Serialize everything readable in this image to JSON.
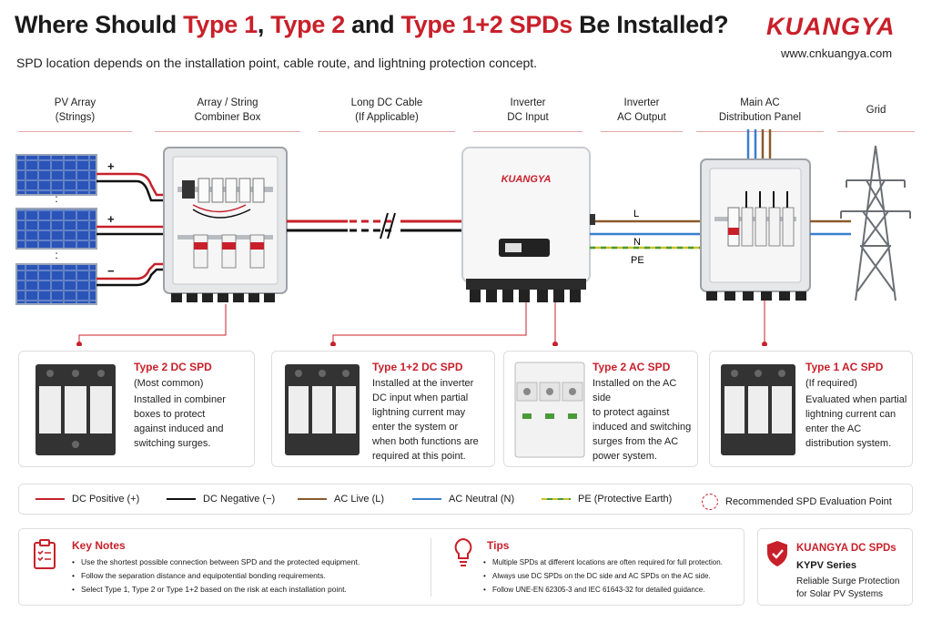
{
  "header": {
    "title_part1": "Where Should ",
    "title_type1": "Type 1",
    "title_sep1": ", ",
    "title_type2": "Type 2",
    "title_and": " and ",
    "title_type12": "Type 1+2 SPDs",
    "title_end": " Be Installed?",
    "subtitle": "SPD location depends on the installation point, cable route, and lightning protection concept.",
    "logo": "KUANGYA",
    "website": "www.cnkuangya.com"
  },
  "columns": [
    {
      "line1": "PV Array",
      "line2": "(Strings)"
    },
    {
      "line1": "Array / String",
      "line2": "Combiner Box"
    },
    {
      "line1": "Long DC Cable",
      "line2": "(If Applicable)"
    },
    {
      "line1": "Inverter",
      "line2": "DC Input"
    },
    {
      "line1": "Inverter",
      "line2": "AC Output"
    },
    {
      "line1": "Main AC",
      "line2": "Distribution Panel"
    },
    {
      "line1": "Grid",
      "line2": ""
    }
  ],
  "diagram": {
    "pv_signs": [
      "+",
      "+",
      "−"
    ],
    "inverter_logo": "KUANGYA",
    "ac_labels": [
      "L",
      "N",
      "PE"
    ]
  },
  "cards": [
    {
      "title": "Type 2 DC SPD",
      "subtitle": "(Most common)",
      "lines": [
        "Installed in combiner",
        "boxes to protect",
        "against induced and",
        "switching surges."
      ]
    },
    {
      "title": "Type 1+2 DC SPD",
      "subtitle": "",
      "lines": [
        "Installed at the inverter",
        "DC input when partial",
        "lightning current may",
        "enter the system or",
        "when both functions are",
        "required at this point."
      ]
    },
    {
      "title": "Type 2 AC SPD",
      "subtitle": "",
      "lines": [
        "Installed on the AC side",
        "to protect against",
        "induced and switching",
        "surges from the AC",
        "power system."
      ]
    },
    {
      "title": "Type 1 AC SPD",
      "subtitle": "(If required)",
      "lines": [
        "Evaluated when partial",
        "lightning current can",
        "enter the AC",
        "distribution system."
      ]
    }
  ],
  "legend": [
    {
      "label": "DC Positive (+)",
      "color": "#c8202a"
    },
    {
      "label": "DC Negative (−)",
      "color": "#111111"
    },
    {
      "label": "AC Live (L)",
      "color": "#8b5a2b"
    },
    {
      "label": "AC Neutral (N)",
      "color": "#3a7fd0"
    },
    {
      "label": "PE (Protective Earth)",
      "color": "#c9c22a"
    },
    {
      "label": "Recommended SPD Evaluation Point",
      "color": "#c8202a"
    }
  ],
  "key_notes": {
    "title": "Key Notes",
    "items": [
      "Use the shortest possible connection between SPD and the protected equipment.",
      "Follow the separation distance and equipotential bonding requirements.",
      "Select Type 1, Type 2 or Type 1+2 based on the risk at each installation point."
    ]
  },
  "tips": {
    "title": "Tips",
    "items": [
      "Multiple SPDs at different locations are often required for full protection.",
      "Always use DC SPDs on the DC side and AC SPDs on the AC side.",
      "Follow UNE-EN 62305-3 and IEC 61643-32 for detailed guidance."
    ]
  },
  "brand": {
    "title": "KUANGYA DC SPDs",
    "series": "KYPV Series",
    "line1": "Reliable Surge Protection",
    "line2": "for Solar PV Systems"
  },
  "colors": {
    "accent": "#c8202a",
    "dc_positive": "#c8202a",
    "dc_negative": "#111111",
    "ac_live": "#8b5a2b",
    "ac_neutral": "#3a7fd0",
    "pe": "#c9c22a"
  }
}
